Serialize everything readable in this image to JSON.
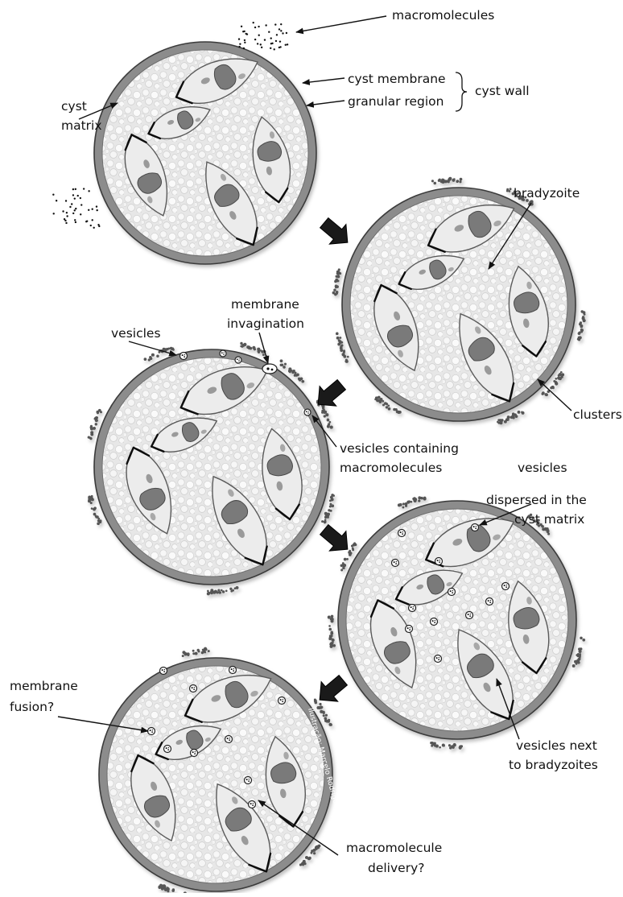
{
  "diagram": {
    "labels": {
      "macromolecules": "macromolecules",
      "cyst_membrane": "cyst membrane",
      "granular_region": "granular region",
      "cyst_wall": "cyst wall",
      "cyst_matrix_line1": "cyst",
      "cyst_matrix_line2": "matrix",
      "bradyzoite": "bradyzoite",
      "clusters": "clusters",
      "vesicles": "vesicles",
      "membrane_invagination_line1": "membrane",
      "membrane_invagination_line2": "invagination",
      "vesicles_containing_line1": "vesicles containing",
      "vesicles_containing_line2": "macromolecules",
      "vesicles_dispersed_line1": "vesicles",
      "vesicles_dispersed_line2": "dispersed in the",
      "vesicles_dispersed_line3": "cyst matrix",
      "vesicles_next_line1": "vesicles next",
      "vesicles_next_line2": "to bradyzoites",
      "membrane_fusion_line1": "membrane",
      "membrane_fusion_line2": "fusion?",
      "macromolecule_delivery_line1": "macromolecule",
      "macromolecule_delivery_line2": "delivery?"
    },
    "watermark": "Ilustração: Marcelo Rodrigues",
    "colors": {
      "wall": "#8c8c8c",
      "wall_edge": "#3a3a3a",
      "matrix": "#e4e4e4",
      "bradyzoite_fill": "#ececec",
      "nucleus": "#7a7a7a",
      "cluster": "#555555"
    }
  }
}
